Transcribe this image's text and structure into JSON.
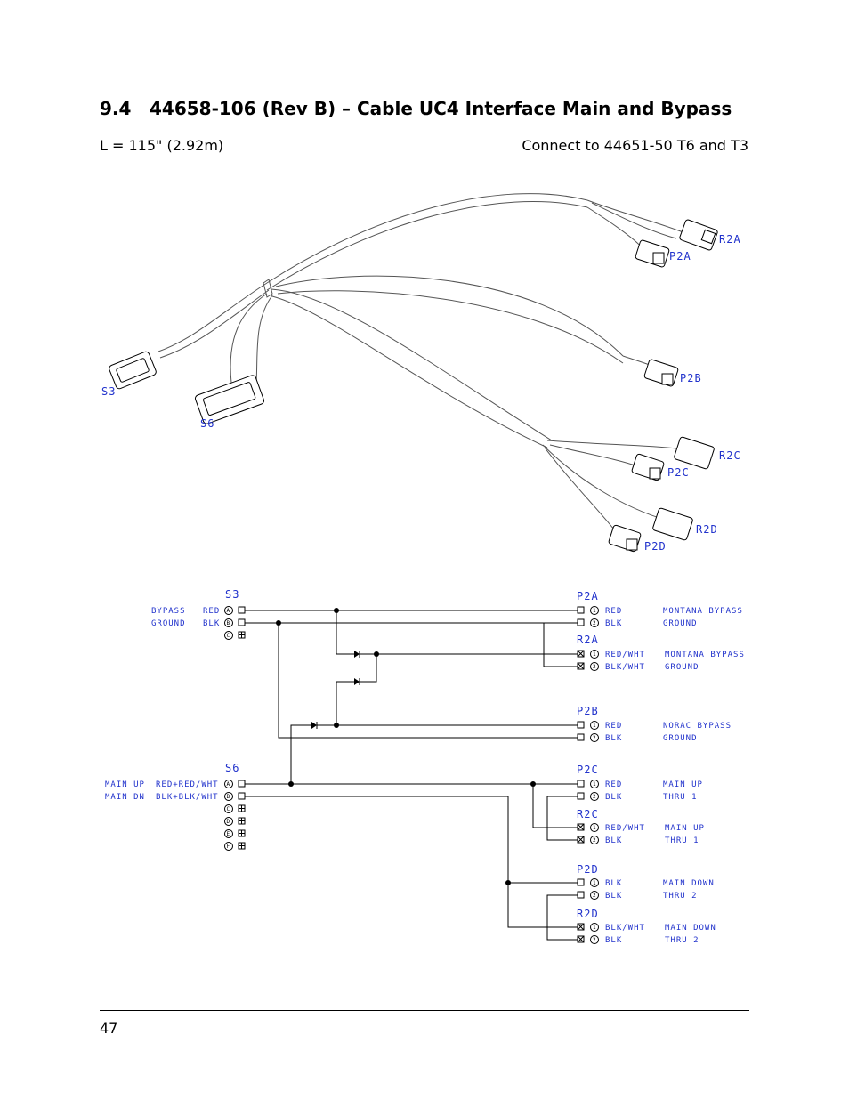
{
  "section": {
    "number": "9.4",
    "title": "44658-106 (Rev B) – Cable UC4 Interface Main and Bypass"
  },
  "length_text": "L = 115\" (2.92m)",
  "connect_text": "Connect to 44651-50 T6 and T3",
  "drawing_labels": {
    "s3": "S3",
    "s6": "S6",
    "p2a": "P2A",
    "r2a": "R2A",
    "p2b": "P2B",
    "p2c": "P2C",
    "r2c": "R2C",
    "p2d": "P2D",
    "r2d": "R2D"
  },
  "schematic": {
    "s3": {
      "label": "S3",
      "rows": [
        {
          "signal": "BYPASS",
          "color": "RED",
          "pin": "A"
        },
        {
          "signal": "GROUND",
          "color": "BLK",
          "pin": "B"
        },
        {
          "signal": "",
          "color": "",
          "pin": "C"
        }
      ]
    },
    "s6": {
      "label": "S6",
      "rows": [
        {
          "signal": "MAIN UP",
          "color": "RED+RED/WHT",
          "pin": "A"
        },
        {
          "signal": "MAIN DN",
          "color": "BLK+BLK/WHT",
          "pin": "B"
        },
        {
          "signal": "",
          "color": "",
          "pin": "C"
        },
        {
          "signal": "",
          "color": "",
          "pin": "D"
        },
        {
          "signal": "",
          "color": "",
          "pin": "E"
        },
        {
          "signal": "",
          "color": "",
          "pin": "F"
        }
      ]
    },
    "right": [
      {
        "label": "P2A",
        "rows": [
          {
            "pin": "1",
            "color": "RED",
            "desc": "MONTANA BYPASS"
          },
          {
            "pin": "2",
            "color": "BLK",
            "desc": "GROUND"
          }
        ]
      },
      {
        "label": "R2A",
        "rows": [
          {
            "pin": "1",
            "color": "RED/WHT",
            "desc": "MONTANA BYPASS"
          },
          {
            "pin": "2",
            "color": "BLK/WHT",
            "desc": "GROUND"
          }
        ]
      },
      {
        "label": "P2B",
        "rows": [
          {
            "pin": "1",
            "color": "RED",
            "desc": "NORAC BYPASS"
          },
          {
            "pin": "2",
            "color": "BLK",
            "desc": "GROUND"
          }
        ]
      },
      {
        "label": "P2C",
        "rows": [
          {
            "pin": "1",
            "color": "RED",
            "desc": "MAIN UP"
          },
          {
            "pin": "2",
            "color": "BLK",
            "desc": "THRU 1"
          }
        ]
      },
      {
        "label": "R2C",
        "rows": [
          {
            "pin": "1",
            "color": "RED/WHT",
            "desc": "MAIN UP"
          },
          {
            "pin": "2",
            "color": "BLK",
            "desc": "THRU 1"
          }
        ]
      },
      {
        "label": "P2D",
        "rows": [
          {
            "pin": "1",
            "color": "BLK",
            "desc": "MAIN DOWN"
          },
          {
            "pin": "2",
            "color": "BLK",
            "desc": "THRU 2"
          }
        ]
      },
      {
        "label": "R2D",
        "rows": [
          {
            "pin": "1",
            "color": "BLK/WHT",
            "desc": "MAIN DOWN"
          },
          {
            "pin": "2",
            "color": "BLK",
            "desc": "THRU 2"
          }
        ]
      }
    ]
  },
  "page_number": "47",
  "colors": {
    "label_blue": "#2233cc",
    "ink": "#000000"
  }
}
